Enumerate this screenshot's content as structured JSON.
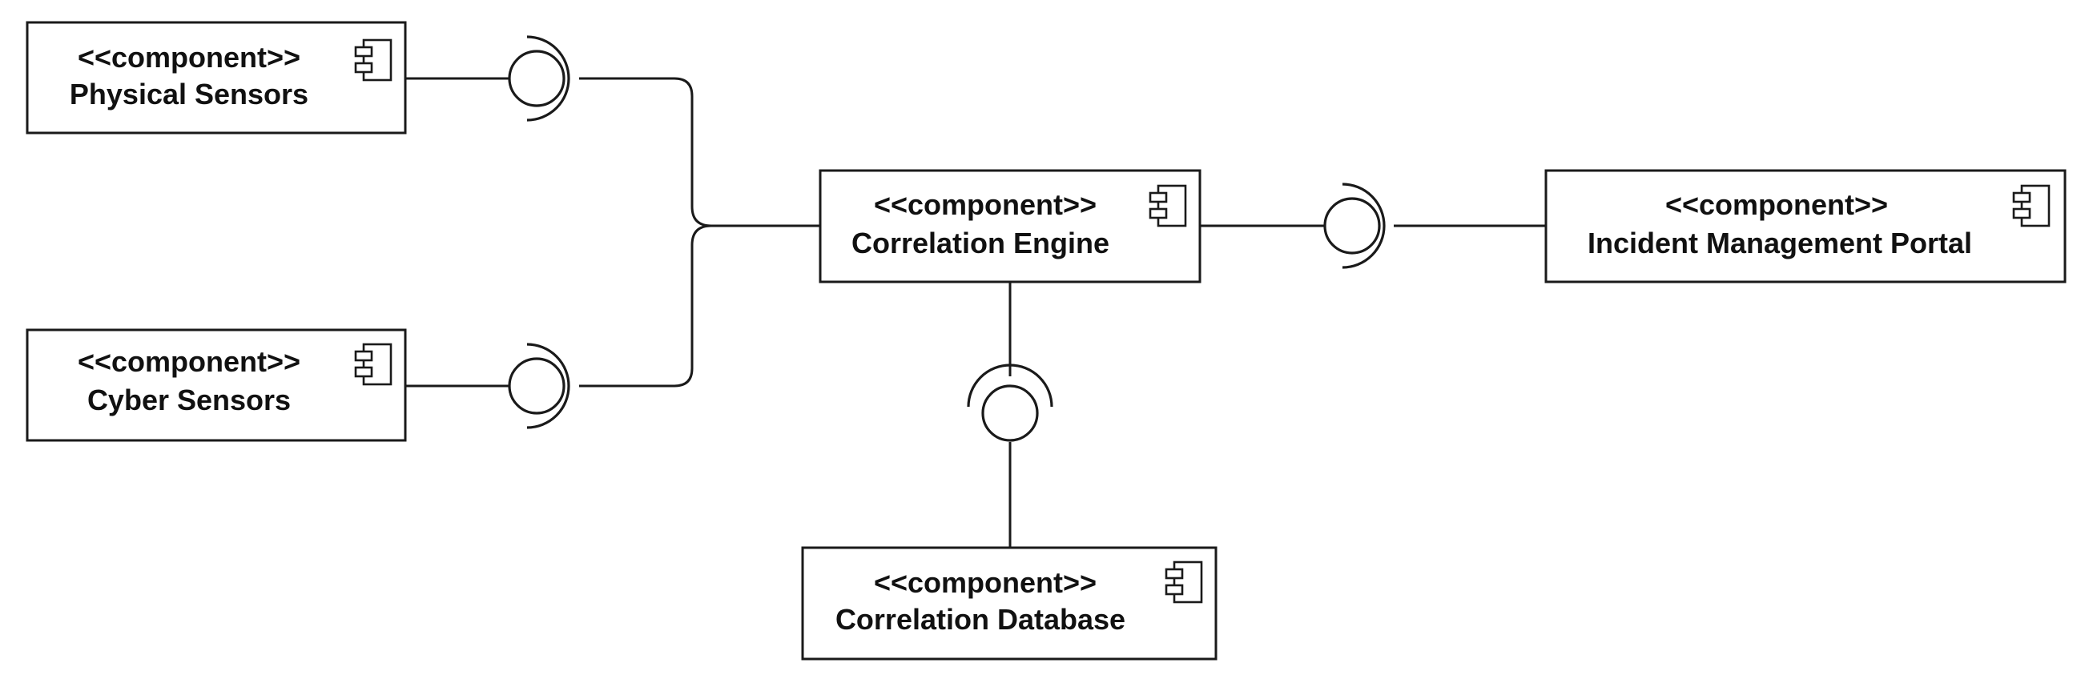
{
  "diagram": {
    "type": "UML component diagram",
    "components": {
      "physical_sensors": {
        "stereotype": "<<component>>",
        "name": "Physical Sensors",
        "icon": "component-icon"
      },
      "cyber_sensors": {
        "stereotype": "<<component>>",
        "name": "Cyber Sensors",
        "icon": "component-icon"
      },
      "correlation_engine": {
        "stereotype": "<<component>>",
        "name": "Correlation Engine",
        "icon": "component-icon"
      },
      "incident_portal": {
        "stereotype": "<<component>>",
        "name": "Incident Management Portal",
        "icon": "component-icon"
      },
      "correlation_database": {
        "stereotype": "<<component>>",
        "name": "Correlation Database",
        "icon": "component-icon"
      }
    },
    "connections": [
      {
        "from": "Physical Sensors",
        "to": "Correlation Engine",
        "kind": "assembly (lollipop + socket)"
      },
      {
        "from": "Cyber Sensors",
        "to": "Correlation Engine",
        "kind": "assembly (lollipop + socket)"
      },
      {
        "from": "Correlation Engine",
        "to": "Incident Management Portal",
        "kind": "assembly (lollipop + socket)"
      },
      {
        "from": "Correlation Database",
        "to": "Correlation Engine",
        "kind": "assembly (lollipop + socket)"
      }
    ],
    "colors": {
      "line": "#1a1a1a",
      "box_fill": "#ffffff",
      "text": "#111111",
      "background": "#ffffff"
    }
  }
}
